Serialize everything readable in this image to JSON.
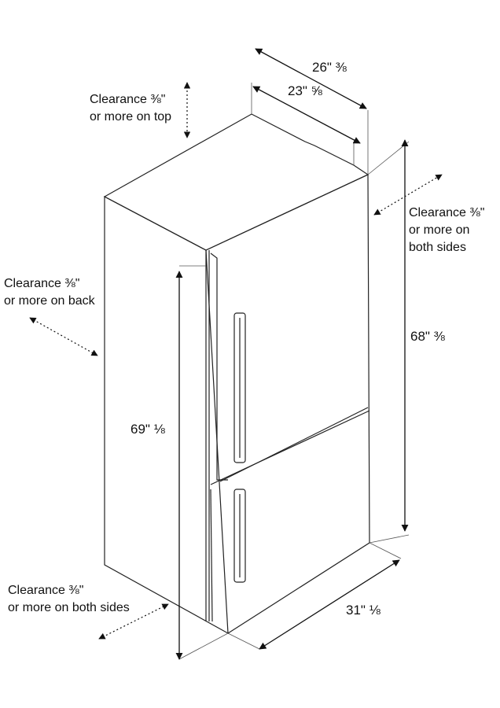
{
  "clearance": {
    "top": {
      "line1": "Clearance ⅜\"",
      "line2": "or more on top"
    },
    "back": {
      "line1": "Clearance ⅜\"",
      "line2": "or more on back"
    },
    "right": {
      "line1": "Clearance ⅜\"",
      "line2": "or more on",
      "line3": "both sides"
    },
    "left": {
      "line1": "Clearance ⅜\"",
      "line2": "or more on both sides"
    }
  },
  "dimensions": {
    "depth_outer": "26\" ⅜",
    "depth_inner": "23\" ⅝",
    "height_right": "68\" ⅜",
    "height_front": "69\" ⅛",
    "width": "31\" ⅛"
  }
}
